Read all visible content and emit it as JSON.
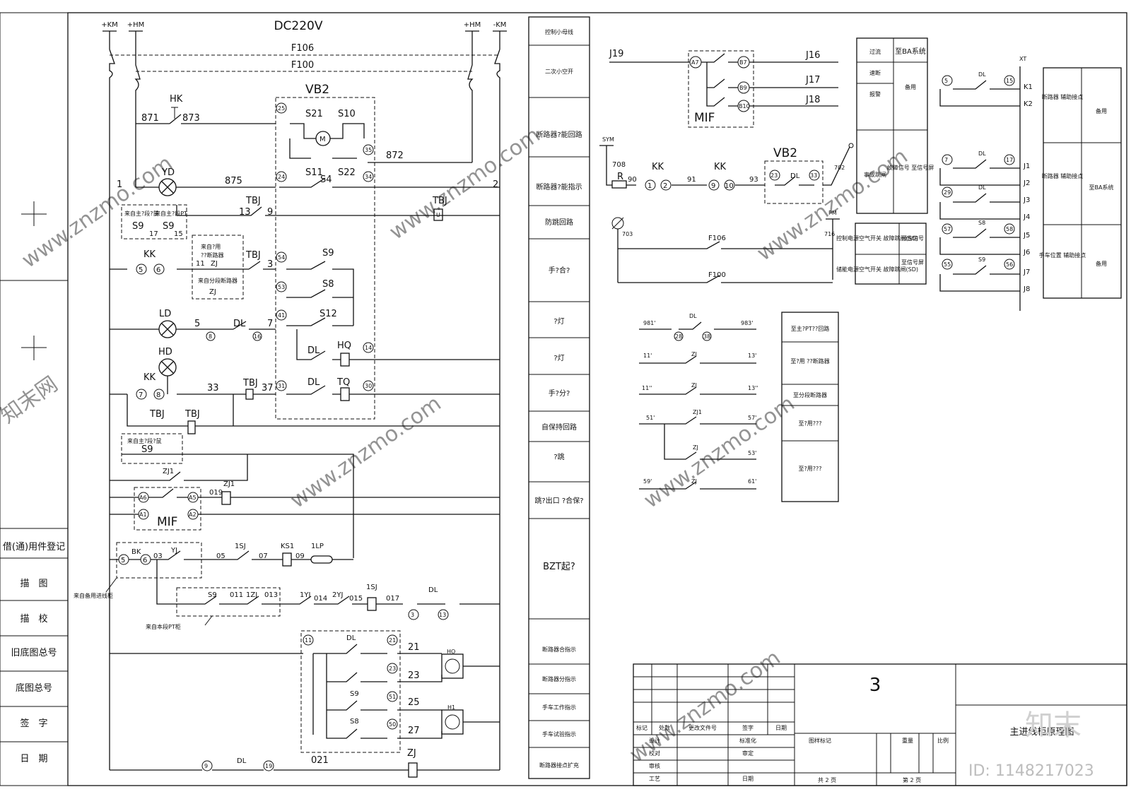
{
  "title": "DC220V",
  "bus_labels": [
    "+KM",
    "+HM",
    "+HM",
    "-KM"
  ],
  "fuse_labels": [
    "F106",
    "F100"
  ],
  "vb2_label": "VB2",
  "mif_label": "MIF",
  "main_labels": {
    "hk": "HK",
    "n871": "871",
    "n873": "873",
    "s21": "S21",
    "s10": "S10",
    "s11": "S11",
    "s4": "S4",
    "s22": "S22",
    "n872": "872",
    "yd": "YD",
    "n875": "875",
    "one": "1",
    "two": "2",
    "tbj": "TBJ",
    "n13": "13",
    "n9": "9",
    "s9": "S9",
    "n17": "17",
    "n15": "15",
    "kk": "KK",
    "n11": "11",
    "zj": "ZJ",
    "n3": "3",
    "s8": "S8",
    "s12": "S12",
    "ld": "LD",
    "n5": "5",
    "dl": "DL",
    "n7": "7",
    "hq": "HQ",
    "hd": "HD",
    "n33": "33",
    "n37": "37",
    "tq": "TQ",
    "zj1": "ZJ1",
    "n019": "019",
    "bk": "BK",
    "n03": "03",
    "yj": "YJ",
    "n05": "05",
    "sj1": "1SJ",
    "n07": "07",
    "ks1": "KS1",
    "n09": "09",
    "lp1": "1LP",
    "n011": "011",
    "zj_1": "1ZJ",
    "n013": "013",
    "yj1": "1YJ",
    "n014": "014",
    "yj2": "2YJ",
    "n015": "015",
    "sj1b": "1SJ",
    "n017": "017",
    "n21": "21",
    "n23": "23",
    "n25": "25",
    "n27": "27",
    "ho": "HO",
    "h1": "H1",
    "n021": "021",
    "u": "U"
  },
  "terminals": [
    "25",
    "35",
    "24",
    "34",
    "54",
    "53",
    "41",
    "14",
    "31",
    "30",
    "8",
    "16",
    "5",
    "6",
    "7",
    "8",
    "A6",
    "A5",
    "A1",
    "A2",
    "5",
    "6",
    "3",
    "13",
    "11",
    "21",
    "23",
    "51",
    "50",
    "9",
    "19",
    "A7",
    "B7",
    "B9",
    "B10",
    "23",
    "33",
    "1",
    "2",
    "9",
    "10",
    "28",
    "38",
    "5",
    "15",
    "7",
    "17",
    "29",
    "57",
    "58",
    "55",
    "56"
  ],
  "boxes": {
    "from_pt": "来自主?段?鼠",
    "from_pt2": "来自主?段PT",
    "from_use": "来自?用",
    "from_use2": "??断路器",
    "from_section": "来自分段断路器",
    "from_main": "来自主?段?鼠",
    "from_backup": "来自备用进线柜",
    "from_this_pt": "来自本段PT柜"
  },
  "function_column": [
    "控制小母线",
    "二次小空开",
    "断路器?能回路",
    "断路器?能指示",
    "防跳回路",
    "手?合?",
    "?灯",
    "?灯",
    "手?分?",
    "自保持回路",
    "?跳",
    "跳?出口\n?合保?",
    "BZT起?",
    "断路器合指示",
    "断路器分指示",
    "手车工作指示",
    "手车试验指示",
    "断路器接点扩充"
  ],
  "right_top": {
    "j_labels": [
      "J19",
      "J16",
      "J17",
      "J18"
    ],
    "sym": "SYM",
    "n708": "708",
    "r": "R",
    "n90": "90",
    "kk": "KK",
    "n91": "91",
    "n93": "93",
    "vb2": "VB2",
    "dl": "DL",
    "n702": "702",
    "pm": "PM",
    "n703": "703",
    "n716": "716",
    "f106": "F106",
    "f100": "F100"
  },
  "signal_table": [
    [
      "过流",
      "至BA系统"
    ],
    [
      "速断",
      "备用"
    ],
    [
      "报警",
      ""
    ],
    [
      "事故跳闸",
      "故障信号\n至信号屏"
    ]
  ],
  "power_table": [
    [
      "控制电源空气开关\n故障跳闸(SD)",
      "预告信号"
    ],
    [
      "储能电源空气开关\n故障跳闸(SD)",
      "至信号屏"
    ]
  ],
  "xt": {
    "label": "XT",
    "terminals": [
      "K1",
      "K2",
      "J1",
      "J2",
      "J3",
      "J4",
      "J5",
      "J6",
      "J7",
      "J8"
    ],
    "contacts": [
      "DL",
      "DL",
      "DL",
      "S8",
      "S9"
    ],
    "desc": [
      "断路器\n辅助接点",
      "断路器\n辅助接点",
      "手车位置\n辅助接点"
    ],
    "dest": [
      "备用",
      "至BA系统",
      "备用"
    ]
  },
  "aux_contacts": {
    "rows": [
      {
        "left": "981'",
        "right": "983'",
        "label": "DL"
      },
      {
        "left": "11'",
        "right": "13'",
        "label": "ZJ"
      },
      {
        "left": "11''",
        "right": "13''",
        "label": "ZJ"
      },
      {
        "left": "51'",
        "right": "57'",
        "label": "ZJ1"
      },
      {
        "left": "",
        "right": "53'",
        "label": "ZJ"
      },
      {
        "left": "59'",
        "right": "61'",
        "label": "ZJ"
      }
    ],
    "dest": [
      "至主?PT??回路",
      "至?用\n??断路器",
      "至分段断路器",
      "至?用???",
      "至?用???"
    ]
  },
  "left_register": [
    "借(通)用件登记",
    "描　图",
    "描　校",
    "旧底图总号",
    "底图总号",
    "签　字",
    "日　期"
  ],
  "title_block": {
    "sheet_no": "3",
    "drawing_name": "主进线柜原理图",
    "headers": [
      "标记",
      "处数",
      "更改文件号",
      "签字",
      "日期"
    ],
    "roles": [
      "设计",
      "校对",
      "审核",
      "工艺"
    ],
    "roles2": [
      "标准化",
      "审定",
      "",
      "日期"
    ],
    "mark": "图样标记",
    "weight": "重量",
    "scale": "比例",
    "total": "共 2 页",
    "page": "第 2 页"
  },
  "watermark": {
    "site": "www.znzmo.com",
    "brand": "知末网",
    "logo": "知末",
    "id": "ID: 1148217023"
  }
}
